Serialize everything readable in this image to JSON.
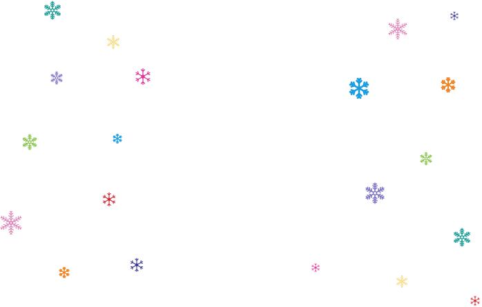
{
  "background": "#ffffff",
  "palette": {
    "teal": "#1a9c95",
    "yellow": "#f2d264",
    "lavender": "#7f76c4",
    "magenta": "#e0359a",
    "pink": "#dd82b8",
    "navy": "#3b3494",
    "blue": "#1a9ce0",
    "orange": "#ef8222",
    "green": "#86c24a",
    "red": "#d9212c"
  },
  "snowflakes": [
    {
      "icon": "snowflake-icon-fern",
      "color": "#1a9c95"
    },
    {
      "icon": "snowflake-icon-thin",
      "color": "#f2d264"
    },
    {
      "icon": "snowflake-icon-fern",
      "color": "#7f76c4"
    },
    {
      "icon": "snowflake-icon-star",
      "color": "#e0359a"
    },
    {
      "icon": "snowflake-icon-thin",
      "color": "#dd82b8"
    },
    {
      "icon": "snowflake-icon-star",
      "color": "#3b3494"
    },
    {
      "icon": "snowflake-icon-bold",
      "color": "#1a9ce0"
    },
    {
      "icon": "snowflake-icon-bold",
      "color": "#ef8222"
    },
    {
      "icon": "snowflake-icon-fern",
      "color": "#86c24a"
    },
    {
      "icon": "snowflake-icon-bold",
      "color": "#1a9ce0"
    },
    {
      "icon": "snowflake-icon-fern",
      "color": "#86c24a"
    },
    {
      "icon": "snowflake-icon-star",
      "color": "#d9212c"
    },
    {
      "icon": "snowflake-icon-fern",
      "color": "#7f76c4"
    },
    {
      "icon": "snowflake-icon-thin",
      "color": "#dd82b8"
    },
    {
      "icon": "snowflake-icon-fern",
      "color": "#1a9c95"
    },
    {
      "icon": "snowflake-icon-bold",
      "color": "#ef8222"
    },
    {
      "icon": "snowflake-icon-star",
      "color": "#3b3494"
    },
    {
      "icon": "snowflake-icon-star",
      "color": "#e0359a"
    },
    {
      "icon": "snowflake-icon-thin",
      "color": "#f2d264"
    },
    {
      "icon": "snowflake-icon-star",
      "color": "#d9212c"
    }
  ]
}
